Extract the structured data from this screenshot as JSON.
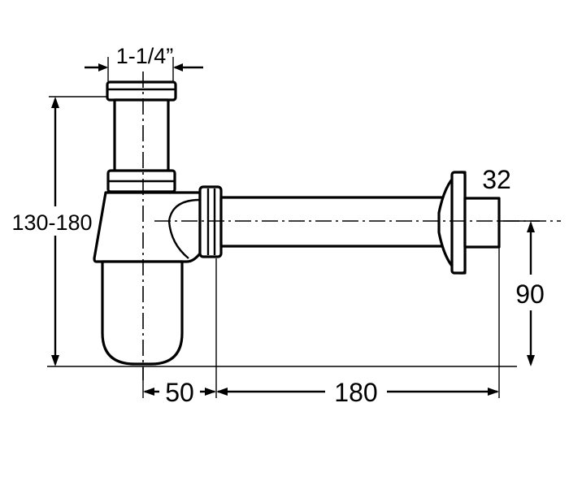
{
  "drawing": {
    "labels": {
      "thread_size": "1-1/4”",
      "height_range": "130-180",
      "outlet_diameter": "32",
      "outlet_height": "90",
      "trap_offset": "50",
      "outlet_length": "180"
    }
  }
}
